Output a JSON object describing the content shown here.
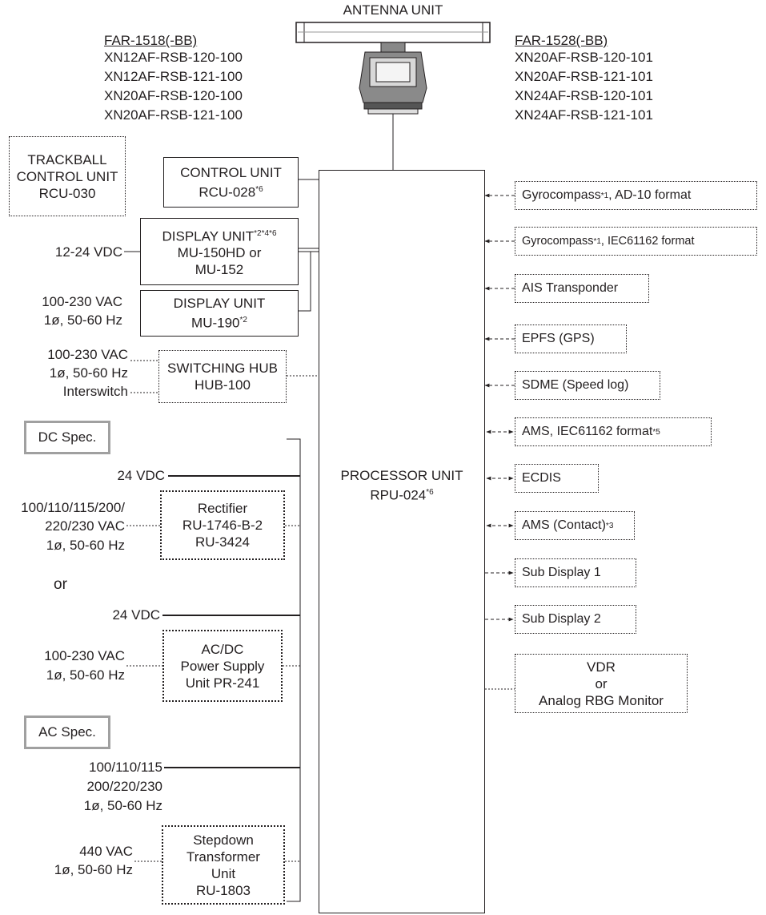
{
  "antenna": {
    "title": "ANTENNA UNIT",
    "left_model": "FAR-1518(-BB)",
    "left_variants": [
      "XN12AF-RSB-120-100",
      "XN12AF-RSB-121-100",
      "XN20AF-RSB-120-100",
      "XN20AF-RSB-121-100"
    ],
    "right_model": "FAR-1528(-BB)",
    "right_variants": [
      "XN20AF-RSB-120-101",
      "XN20AF-RSB-121-101",
      "XN24AF-RSB-120-101",
      "XN24AF-RSB-121-101"
    ]
  },
  "trackball": [
    "TRACKBALL",
    "CONTROL UNIT",
    "RCU-030"
  ],
  "control_unit": {
    "line1": "CONTROL UNIT",
    "line2": "RCU-028",
    "note": "*6"
  },
  "display_unit_1": {
    "line1": "DISPLAY UNIT",
    "note": "*2*4*6",
    "line2": "MU-150HD or",
    "line3": "MU-152",
    "power": "12-24 VDC"
  },
  "display_unit_2": {
    "line1": "DISPLAY UNIT",
    "line2": "MU-190",
    "note": "*2",
    "power1": "100-230 VAC",
    "power2": "1ø, 50-60 Hz"
  },
  "switching_hub": {
    "line1": "SWITCHING HUB",
    "line2": "HUB-100",
    "power1": "100-230 VAC",
    "power2": "1ø, 50-60 Hz",
    "power3": "Interswitch"
  },
  "dc_spec": {
    "label": "DC Spec.",
    "vdc1": "24 VDC",
    "rect_lines": [
      "Rectifier",
      "RU-1746-B-2",
      "RU-3424"
    ],
    "rect_power": [
      "100/110/115/200/",
      "220/230 VAC",
      "1ø, 50-60 Hz"
    ],
    "or": "or",
    "vdc2": "24 VDC",
    "psu_lines": [
      "AC/DC",
      "Power Supply",
      "Unit PR-241"
    ],
    "psu_power": [
      "100-230 VAC",
      "1ø, 50-60 Hz"
    ]
  },
  "ac_spec": {
    "label": "AC Spec.",
    "power": [
      "100/110/115",
      "200/220/230",
      "1ø, 50-60 Hz"
    ],
    "trans_lines": [
      "Stepdown",
      "Transformer",
      "Unit",
      "RU-1803"
    ],
    "trans_power": [
      "440 VAC",
      "1ø, 50-60 Hz"
    ]
  },
  "processor": {
    "line1": "PROCESSOR UNIT",
    "line2": "RPU-024",
    "note": "*6"
  },
  "peripherals": [
    {
      "text": "Gyrocompass ",
      "note": "*1",
      "text2": ", AD-10 format"
    },
    {
      "text": "Gyrocompass ",
      "note": "*1",
      "text2": ", IEC61162 format"
    },
    {
      "text": "AIS Transponder",
      "note": "",
      "text2": ""
    },
    {
      "text": "EPFS (GPS)",
      "note": "",
      "text2": ""
    },
    {
      "text": "SDME (Speed log)",
      "note": "",
      "text2": ""
    },
    {
      "text": "AMS, IEC61162 format",
      "note": "*5",
      "text2": ""
    },
    {
      "text": "ECDIS",
      "note": "",
      "text2": ""
    },
    {
      "text": "AMS (Contact)",
      "note": "*3",
      "text2": ""
    },
    {
      "text": "Sub Display 1",
      "note": "",
      "text2": ""
    },
    {
      "text": "Sub Display 2",
      "note": "",
      "text2": ""
    }
  ],
  "vdr": [
    "VDR",
    "or",
    "Analog RBG Monitor"
  ]
}
